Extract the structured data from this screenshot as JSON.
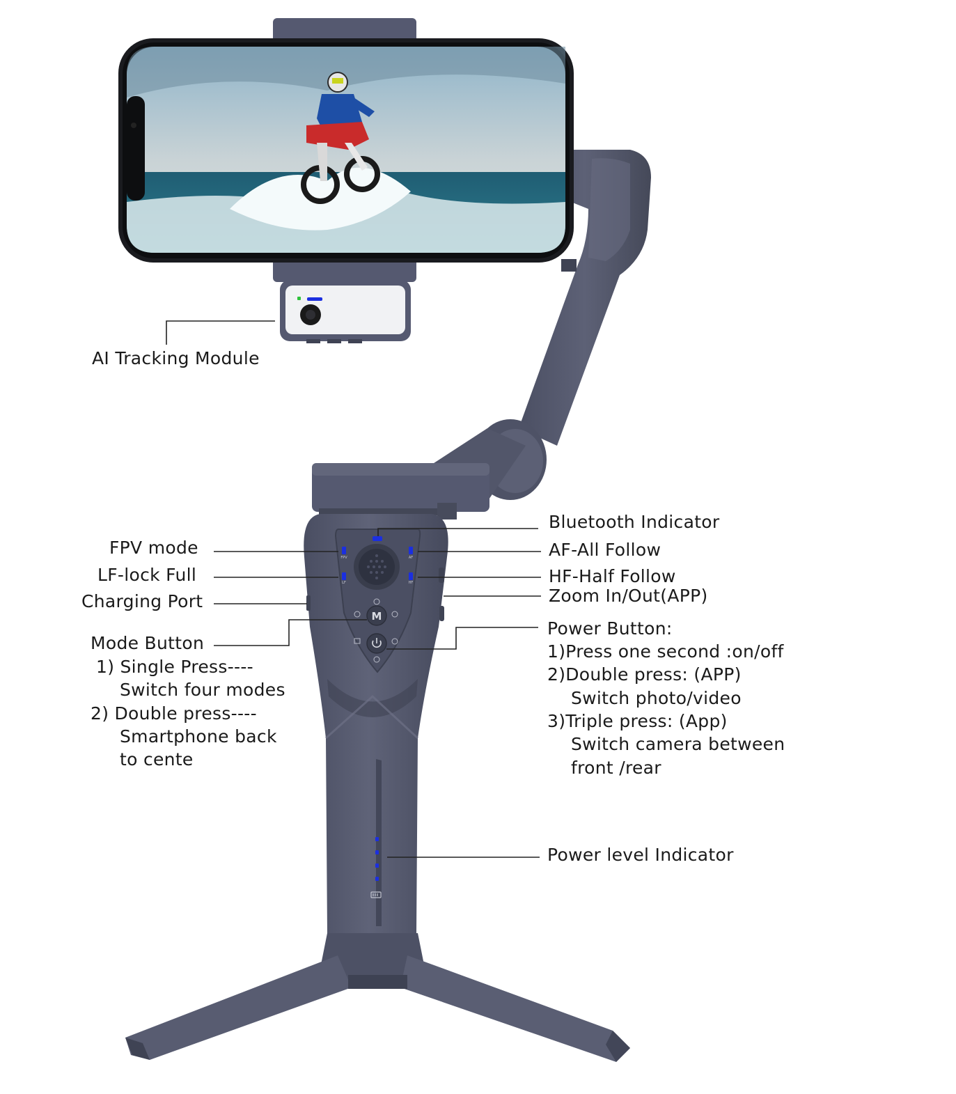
{
  "labels": {
    "ai_tracking": "AI  Tracking Module",
    "bluetooth": "Bluetooth  Indicator",
    "fpv": "FPV mode",
    "af": "AF-All Follow",
    "lf": "LF-lock Full",
    "hf": "HF-Half Follow",
    "charging": "Charging Port",
    "zoom": "Zoom In/Out(APP)",
    "mode": {
      "title": "Mode Button",
      "l1": "1) Single Press----",
      "l2": "Switch four modes",
      "l3": "2) Double press----",
      "l4": "Smartphone back",
      "l5": "to cente"
    },
    "power": {
      "title": "Power Button:",
      "l1": "1)Press one second :on/off",
      "l2": "2)Double press: (APP)",
      "l3": "Switch photo/video",
      "l4": "3)Triple press: (App)",
      "l5": "Switch camera between",
      "l6": "front /rear"
    },
    "power_level": "Power level Indicator"
  },
  "panel": {
    "mode_key": "M",
    "fpv_tag": "FPV",
    "lf_tag": "LF",
    "af_tag": "AF",
    "hf_tag": "HF"
  },
  "colors": {
    "body": "#5a5e73",
    "body_dark": "#43475a",
    "body_light": "#6e7288",
    "panel": "#4c5064",
    "indicator": "#1b2fe0",
    "leader": "#222222"
  }
}
